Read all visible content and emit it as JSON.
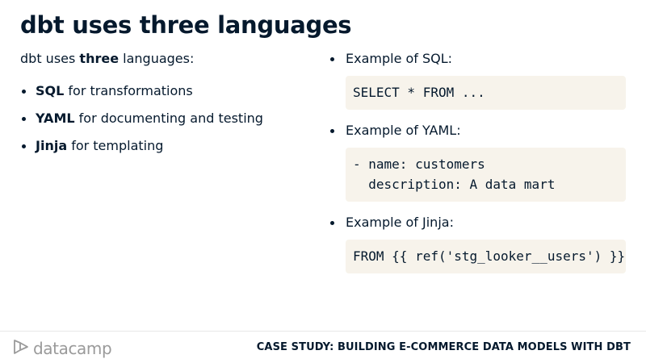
{
  "title": "dbt uses three languages",
  "intro": {
    "prefix": "dbt uses ",
    "emphasis": "three",
    "suffix": " languages:"
  },
  "languages": [
    {
      "name": "SQL",
      "purpose": " for transformations"
    },
    {
      "name": "YAML",
      "purpose": " for documenting and testing"
    },
    {
      "name": "Jinja",
      "purpose": " for templating"
    }
  ],
  "examples": {
    "sql": {
      "label": "Example of SQL:",
      "code": "SELECT * FROM ..."
    },
    "yaml": {
      "label": "Example of YAML:",
      "code": "- name: customers\n  description: A data mart"
    },
    "jinja": {
      "label": "Example of Jinja:",
      "code": "FROM {{ ref('stg_looker__users') }}"
    }
  },
  "footer": {
    "logo_text": "datacamp",
    "course_title": "CASE STUDY: BUILDING E-COMMERCE DATA MODELS WITH DBT"
  },
  "colors": {
    "text": "#05192d",
    "code_background": "#f7f3eb",
    "logo": "#9a9a9a"
  },
  "icons": {
    "logo": "datacamp-logo-icon"
  }
}
